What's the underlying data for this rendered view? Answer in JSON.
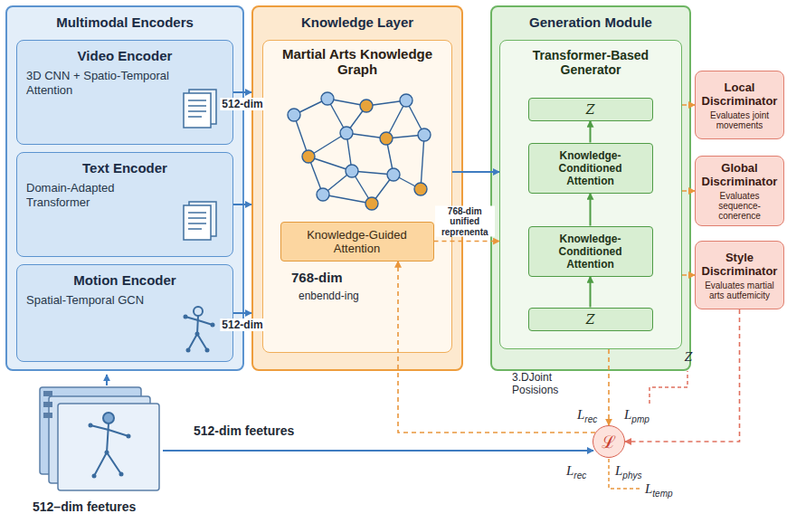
{
  "diagram": {
    "nodes": [
      {
        "text": [
          "Multimodal Encoders"
        ]
      },
      {
        "text": [
          "Video Encoder",
          "3D CNN + Spatio-Temporal Attention"
        ],
        "in": 0
      },
      {
        "text": [
          "Text Encoder",
          "Domain-Adapted Transformer"
        ],
        "in": 0
      },
      {
        "text": [
          "Motion Encoder",
          "Spatial-Temporal GCN"
        ],
        "in": 0
      },
      {
        "text": [
          "Knowledge Layer"
        ]
      },
      {
        "text": [
          "Martial Arts Knowledge Graph"
        ],
        "in": 4
      },
      {
        "text": [
          "Knowledge-Guided Attention"
        ],
        "in": 5
      },
      {
        "text": [
          "Generation Module"
        ]
      },
      {
        "text": [
          "Transformer-Based Generator"
        ],
        "in": 7
      },
      {
        "text": [
          "Z"
        ],
        "in": 8
      },
      {
        "text": [
          "Knowledge-Conditioned Attention"
        ],
        "in": 8
      },
      {
        "text": [
          "Knowledge-Conditioned Attention"
        ],
        "in": 8
      },
      {
        "text": [
          "Z"
        ],
        "in": 8
      },
      {
        "text": [
          "Local Discriminator",
          "Evaluates joint movements"
        ]
      },
      {
        "text": [
          "Global Discriminator",
          "Evaluates sequence-conerence"
        ]
      },
      {
        "text": [
          "Style Discriminator",
          "Evaluates martial arts autfemicity"
        ]
      },
      {
        "text": [
          "ℒ"
        ]
      }
    ],
    "edges": [
      {
        "from": 1,
        "to": 4,
        "arrow": "to",
        "label": "512-dim"
      },
      {
        "from": 2,
        "to": 4,
        "arrow": "to"
      },
      {
        "from": 3,
        "to": 4,
        "arrow": "to",
        "label": "512-dim"
      },
      {
        "from": 5,
        "to": 8,
        "arrow": "to"
      },
      {
        "from": 6,
        "to": 8,
        "arrow": "to",
        "label": "768-dim unified reprenenta"
      },
      {
        "from": 8,
        "to": 13,
        "arrow": "to"
      },
      {
        "from": 8,
        "to": 14,
        "arrow": "to"
      },
      {
        "from": 8,
        "to": 15,
        "arrow": "to"
      },
      {
        "from": 12,
        "to": 11,
        "arrow": "to"
      },
      {
        "from": 11,
        "to": 10,
        "arrow": "to"
      },
      {
        "from": 10,
        "to": 9,
        "arrow": "to"
      },
      {
        "from": 8,
        "to": 16,
        "arrow": "to"
      },
      {
        "from": 15,
        "to": 16,
        "arrow": "to"
      },
      {
        "from": 16,
        "to": 6,
        "arrow": "to"
      }
    ],
    "labels": [
      "768-dim",
      "enbendd-ing",
      "3.DJoint Posisions",
      "Lrec",
      "Lpmp",
      "Lrec",
      "Lphys",
      "Ltemp",
      "512-dim feetures",
      "512–dim feetures",
      "Z"
    ]
  }
}
